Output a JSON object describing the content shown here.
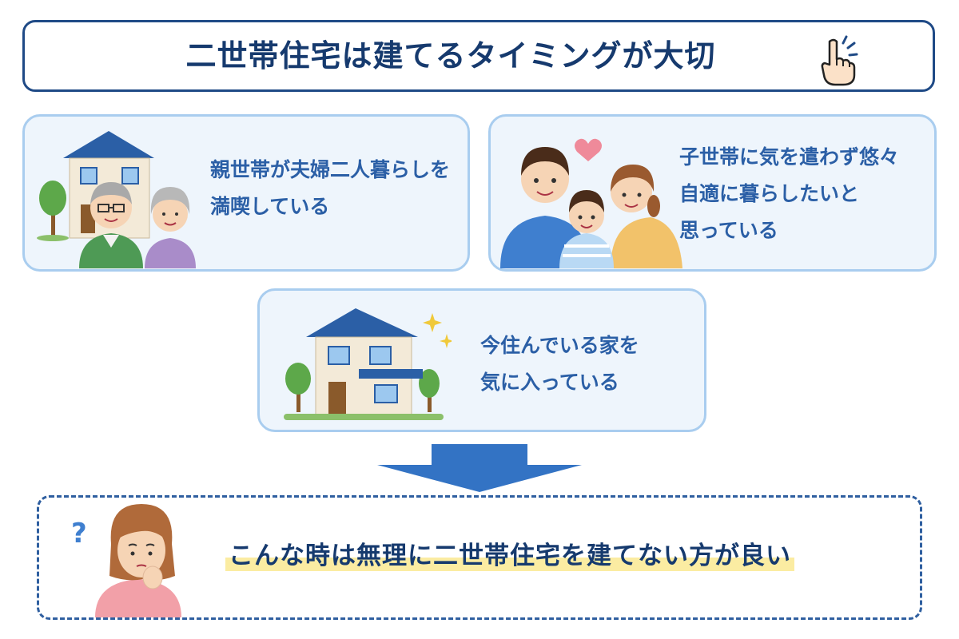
{
  "title": "二世帯住宅は建てるタイミングが大切",
  "cards": [
    {
      "lines": [
        "親世帯が夫婦二人暮らしを",
        "満喫している"
      ]
    },
    {
      "lines": [
        "子世帯に気を遣わず悠々",
        "自適に暮らしたいと",
        "思っている"
      ]
    },
    {
      "lines": [
        "今住んでいる家を",
        "気に入っている"
      ]
    }
  ],
  "conclusion": "こんな時は無理に二世帯住宅を建てない方が良い",
  "icons": {
    "title": "pointing-hand-icon",
    "question": "question-mark-icon",
    "heart": "heart-icon",
    "sparkle": "sparkle-icon",
    "arrow": "down-arrow-icon"
  },
  "colors": {
    "title_border": "#1f4a86",
    "title_text": "#163a6e",
    "card_border": "#a9cdef",
    "card_bg": "#eef5fc",
    "card_text": "#2b5fa6",
    "arrow": "#3373c4",
    "highlight": "#fbeca2"
  }
}
